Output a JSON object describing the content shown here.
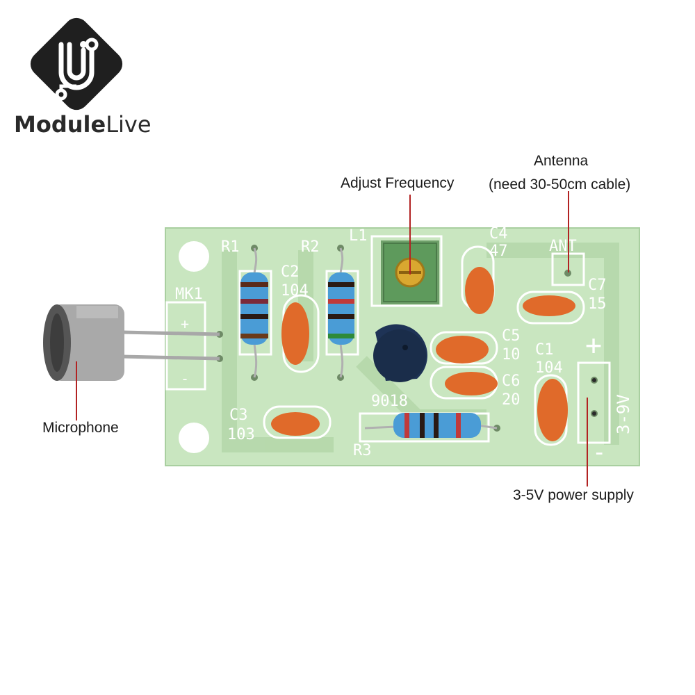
{
  "brand": {
    "name_bold": "Module",
    "name_light": "Live"
  },
  "callouts": {
    "adjust_frequency": "Adjust Frequency",
    "antenna_line1": "Antenna",
    "antenna_line2": "(need 30-50cm cable)",
    "microphone": "Microphone",
    "power_supply": "3-5V power supply"
  },
  "silkscreen": {
    "r1": "R1",
    "r2": "R2",
    "r3": "R3",
    "l1": "L1",
    "c1": "C1",
    "c1_value": "104",
    "c2": "C2",
    "c2_value": "104",
    "c3": "C3",
    "c3_value": "103",
    "c4": "C4",
    "c4_value": "47",
    "c5": "C5",
    "c5_value": "10",
    "c6": "C6",
    "c6_value": "20",
    "c7": "C7",
    "c7_value": "15",
    "mk1": "MK1",
    "ant": "ANT",
    "transistor": "9018",
    "voltage": "3-9V",
    "plus": "+",
    "minus": "-"
  },
  "colors": {
    "pcb": "#c9e6c0",
    "pcb_trace": "#b7d9ad",
    "silkscreen": "#ffffff",
    "capacitor": "#e06a2a",
    "resistor": "#3c8fd0",
    "transistor": "#1a2d4a",
    "leader_line": "#b22222",
    "brand_dark": "#1f1f1f"
  }
}
